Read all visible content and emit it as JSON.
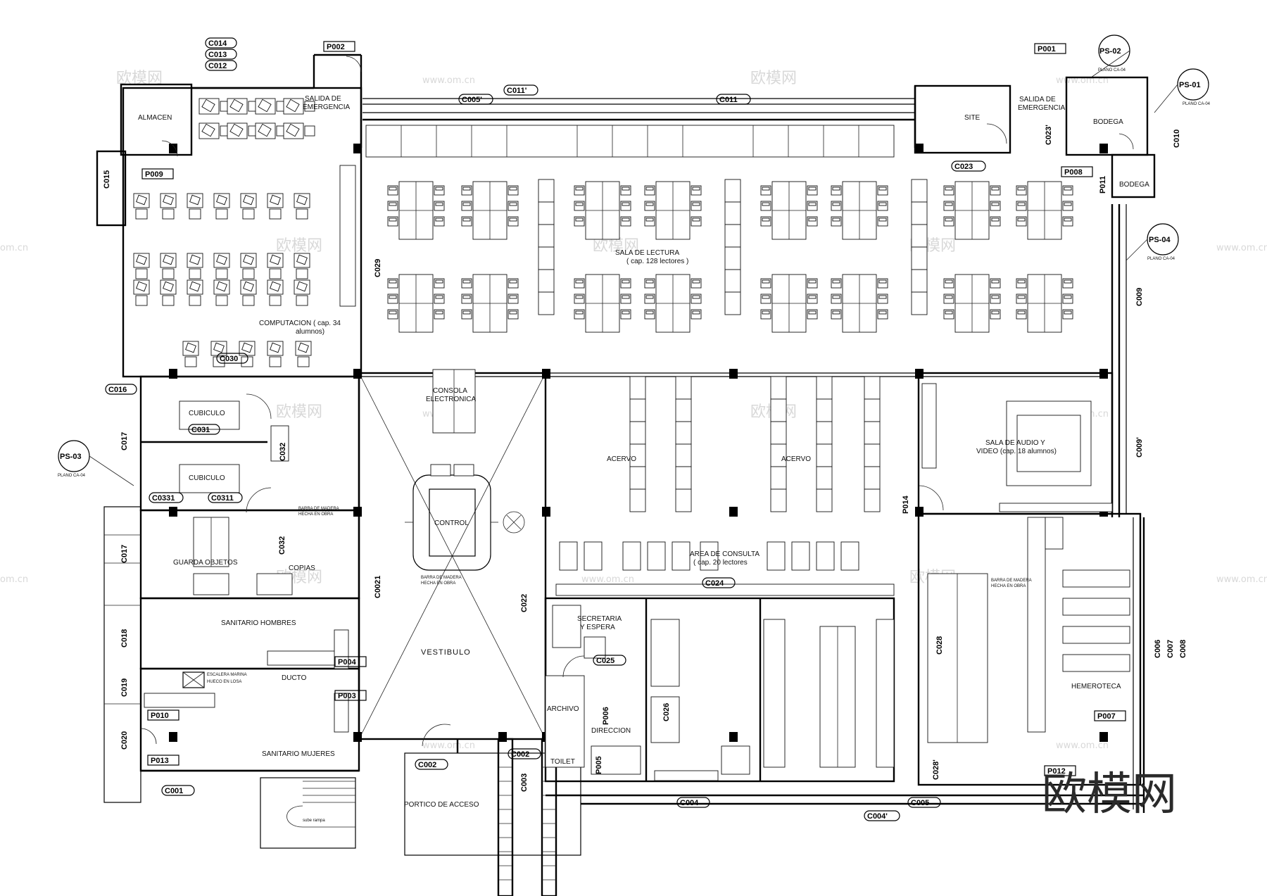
{
  "rooms": {
    "almacen": "ALMACEN",
    "salida_emergencia_1": "SALIDA DE",
    "salida_emergencia_2": "EMERGENCIA",
    "computacion_1": "COMPUTACION ( cap. 34",
    "computacion_2": "alumnos)",
    "sala_lectura_1": "SALA DE LECTURA",
    "sala_lectura_2": "( cap. 128 lectores )",
    "site": "SITE",
    "bodega": "BODEGA",
    "cubiculo": "CUBICULO",
    "consola_1": "CONSOLA",
    "consola_2": "ELECTRONICA",
    "control": "CONTROL",
    "acervo": "ACERVO",
    "sala_audio_1": "SALA DE AUDIO Y",
    "sala_audio_2": "VIDEO (cap. 18 alumnos)",
    "barra_1": "BARRA DE MADERA",
    "barra_2": "HECHA EN OBRA",
    "guarda_objetos": "GUARDA OBJETOS",
    "copias": "COPIAS",
    "area_consulta_1": "AREA DE CONSULTA",
    "area_consulta_2": "( cap. 20 lectores",
    "hemeroteca": "HEMEROTECA",
    "secretaria_1": "SECRETARIA",
    "secretaria_2": "Y ESPERA",
    "sanitario_hombres": "SANITARIO HOMBRES",
    "escalera_1": "ESCALERA MARINA",
    "escalera_2": "HUECO EN LOSA",
    "ducto": "DUCTO",
    "vestibulo": "VESTIBULO",
    "archivo": "ARCHIVO",
    "direccion": "DIRECCION",
    "toilet": "TOILET",
    "sanitario_mujeres": "SANITARIO MUJERES",
    "portico": "PORTICO DE ACCESO",
    "sube": "sube  rampa"
  },
  "tags": {
    "c014": "C014",
    "c013": "C013",
    "c012": "C012",
    "p002": "P002",
    "p001": "P001",
    "p009": "P009",
    "p008": "P008",
    "c015": "C015",
    "c005p": "C005'",
    "c011p": "C011'",
    "c011": "C011",
    "c023": "C023",
    "c023p": "C023'",
    "c010": "C010",
    "p011": "P011",
    "c029": "C029",
    "c009": "C009",
    "c009p": "C009'",
    "c030": "C030",
    "c016": "C016",
    "c031": "C031",
    "c032": "C032",
    "c017": "C017",
    "c0331": "C0331",
    "c0311": "C0311",
    "p014": "P014",
    "c032b": "C032",
    "c017b": "C017",
    "c0021": "C0021",
    "c022": "C022",
    "c024": "C024",
    "c018": "C018",
    "c006": "C006",
    "c007": "C007",
    "c008": "C008",
    "p004": "P004",
    "c025": "C025",
    "c028": "C028",
    "c019": "C019",
    "p003": "P003",
    "c026": "C026",
    "p006": "P006",
    "p010": "P010",
    "c020": "C020",
    "p007": "P007",
    "p013": "P013",
    "p005": "P005",
    "c002": "C002",
    "c002b": "C002",
    "c003": "C003",
    "c028b": "C028'",
    "p012": "P012",
    "c001": "C001",
    "c004": "C004",
    "c005": "C005",
    "c004p": "C004'"
  },
  "sections": {
    "ps02": "PS-02",
    "ps01": "PS-01",
    "ps04": "PS-04",
    "ps03": "PS-03",
    "plano": "PLANO CA-04"
  },
  "watermark": {
    "brand": "欧模网",
    "url": "www.om.cn",
    "url_short": "om.cn"
  }
}
